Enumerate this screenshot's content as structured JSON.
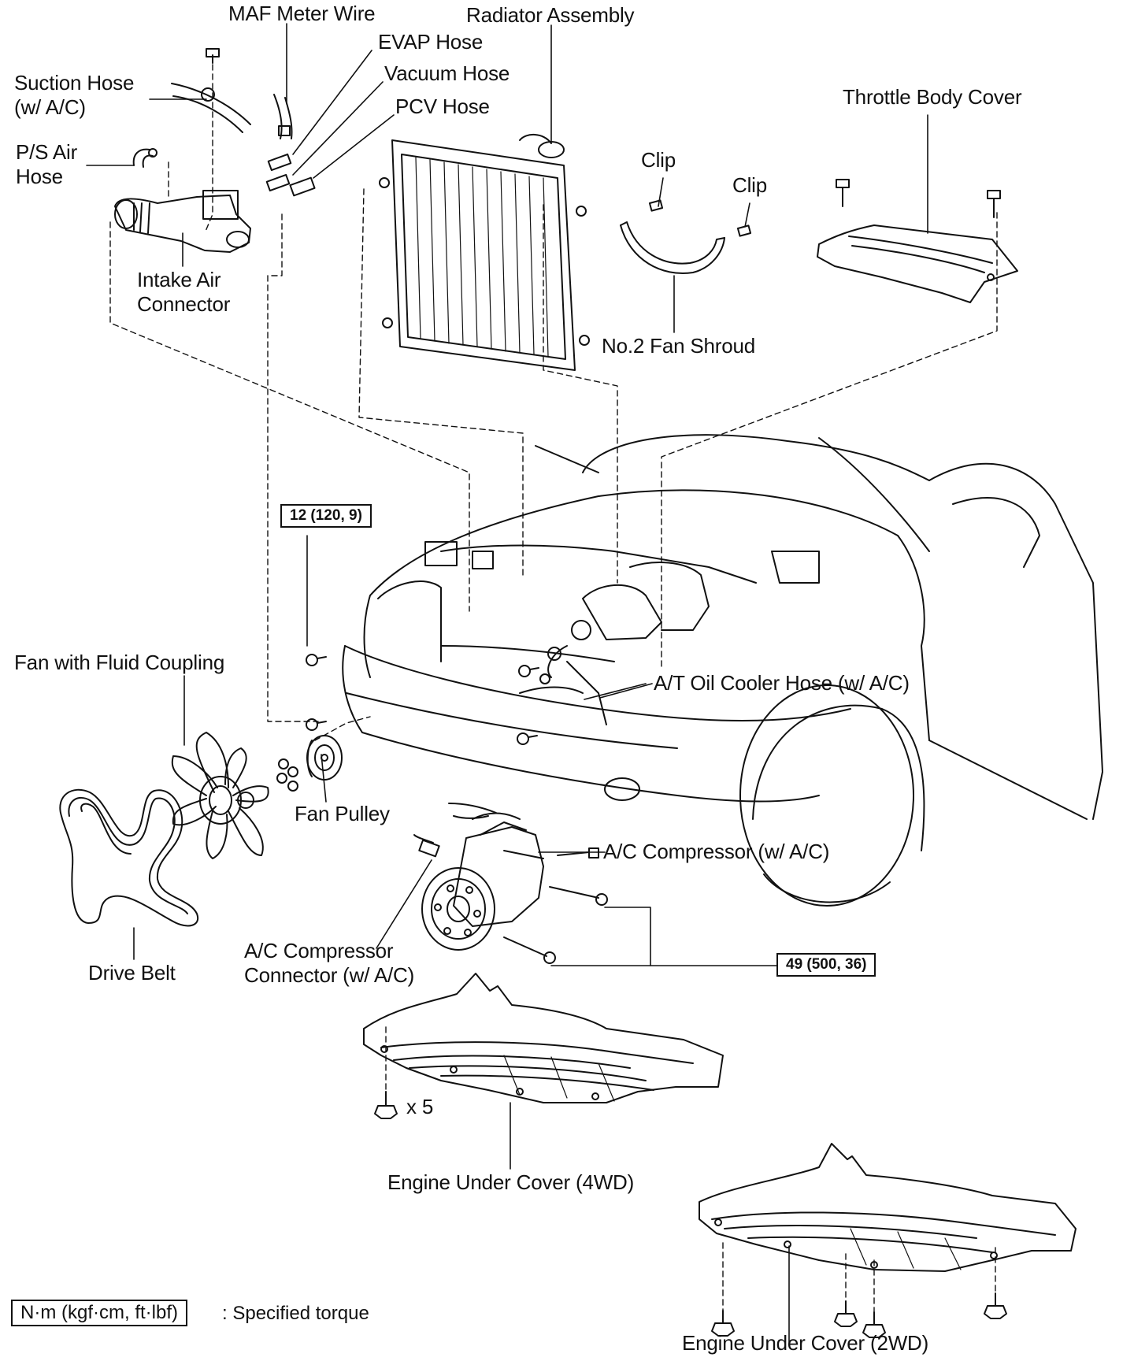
{
  "labels": {
    "maf_meter_wire": "MAF Meter Wire",
    "radiator_assembly": "Radiator Assembly",
    "evap_hose": "EVAP Hose",
    "vacuum_hose": "Vacuum Hose",
    "pcv_hose": "PCV Hose",
    "suction_hose": "Suction Hose\n(w/ A/C)",
    "ps_air_hose": "P/S Air\nHose",
    "intake_air_connector": "Intake Air\nConnector",
    "clip_1": "Clip",
    "clip_2": "Clip",
    "throttle_body_cover": "Throttle Body Cover",
    "no2_fan_shroud": "No.2 Fan Shroud",
    "fan_with_fluid_coupling": "Fan with Fluid Coupling",
    "at_oil_cooler_hose": "A/T Oil Cooler Hose (w/ A/C)",
    "fan_pulley": "Fan Pulley",
    "ac_compressor": "A/C Compressor (w/ A/C)",
    "drive_belt": "Drive Belt",
    "ac_compressor_connector": "A/C Compressor\nConnector (w/ A/C)",
    "bolt_count": "x 5",
    "engine_under_cover_4wd": "Engine Under Cover (4WD)",
    "engine_under_cover_2wd": "Engine Under Cover (2WD)"
  },
  "torque": {
    "fan_bolt": "12 (120, 9)",
    "compressor_bolt": "49 (500, 36)"
  },
  "legend": {
    "unit_box": "N·m (kgf·cm, ft·lbf)",
    "description": ": Specified torque"
  }
}
